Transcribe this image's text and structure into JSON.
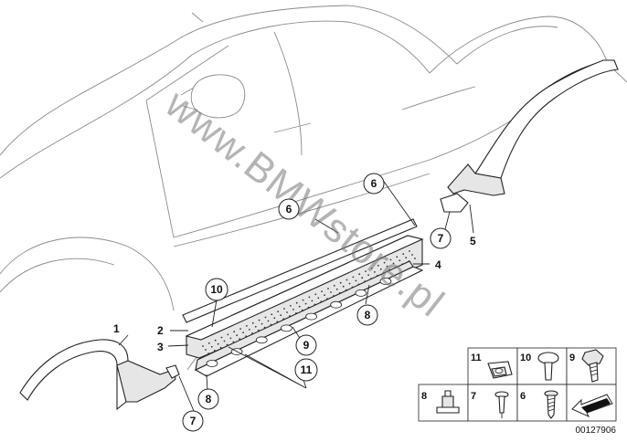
{
  "watermark": "www.BMWstore.pl",
  "diagram_id": "00127906",
  "callouts": {
    "c1": "1",
    "c2": "2",
    "c3": "3",
    "c4": "4",
    "c5": "5",
    "c6a": "6",
    "c6b": "6",
    "c7a": "7",
    "c7b": "7",
    "c8a": "8",
    "c8b": "8",
    "c9": "9",
    "c10": "10",
    "c11": "11"
  },
  "legend": {
    "row1": [
      "11",
      "10",
      "9"
    ],
    "row2": [
      "8",
      "7",
      "6"
    ]
  }
}
